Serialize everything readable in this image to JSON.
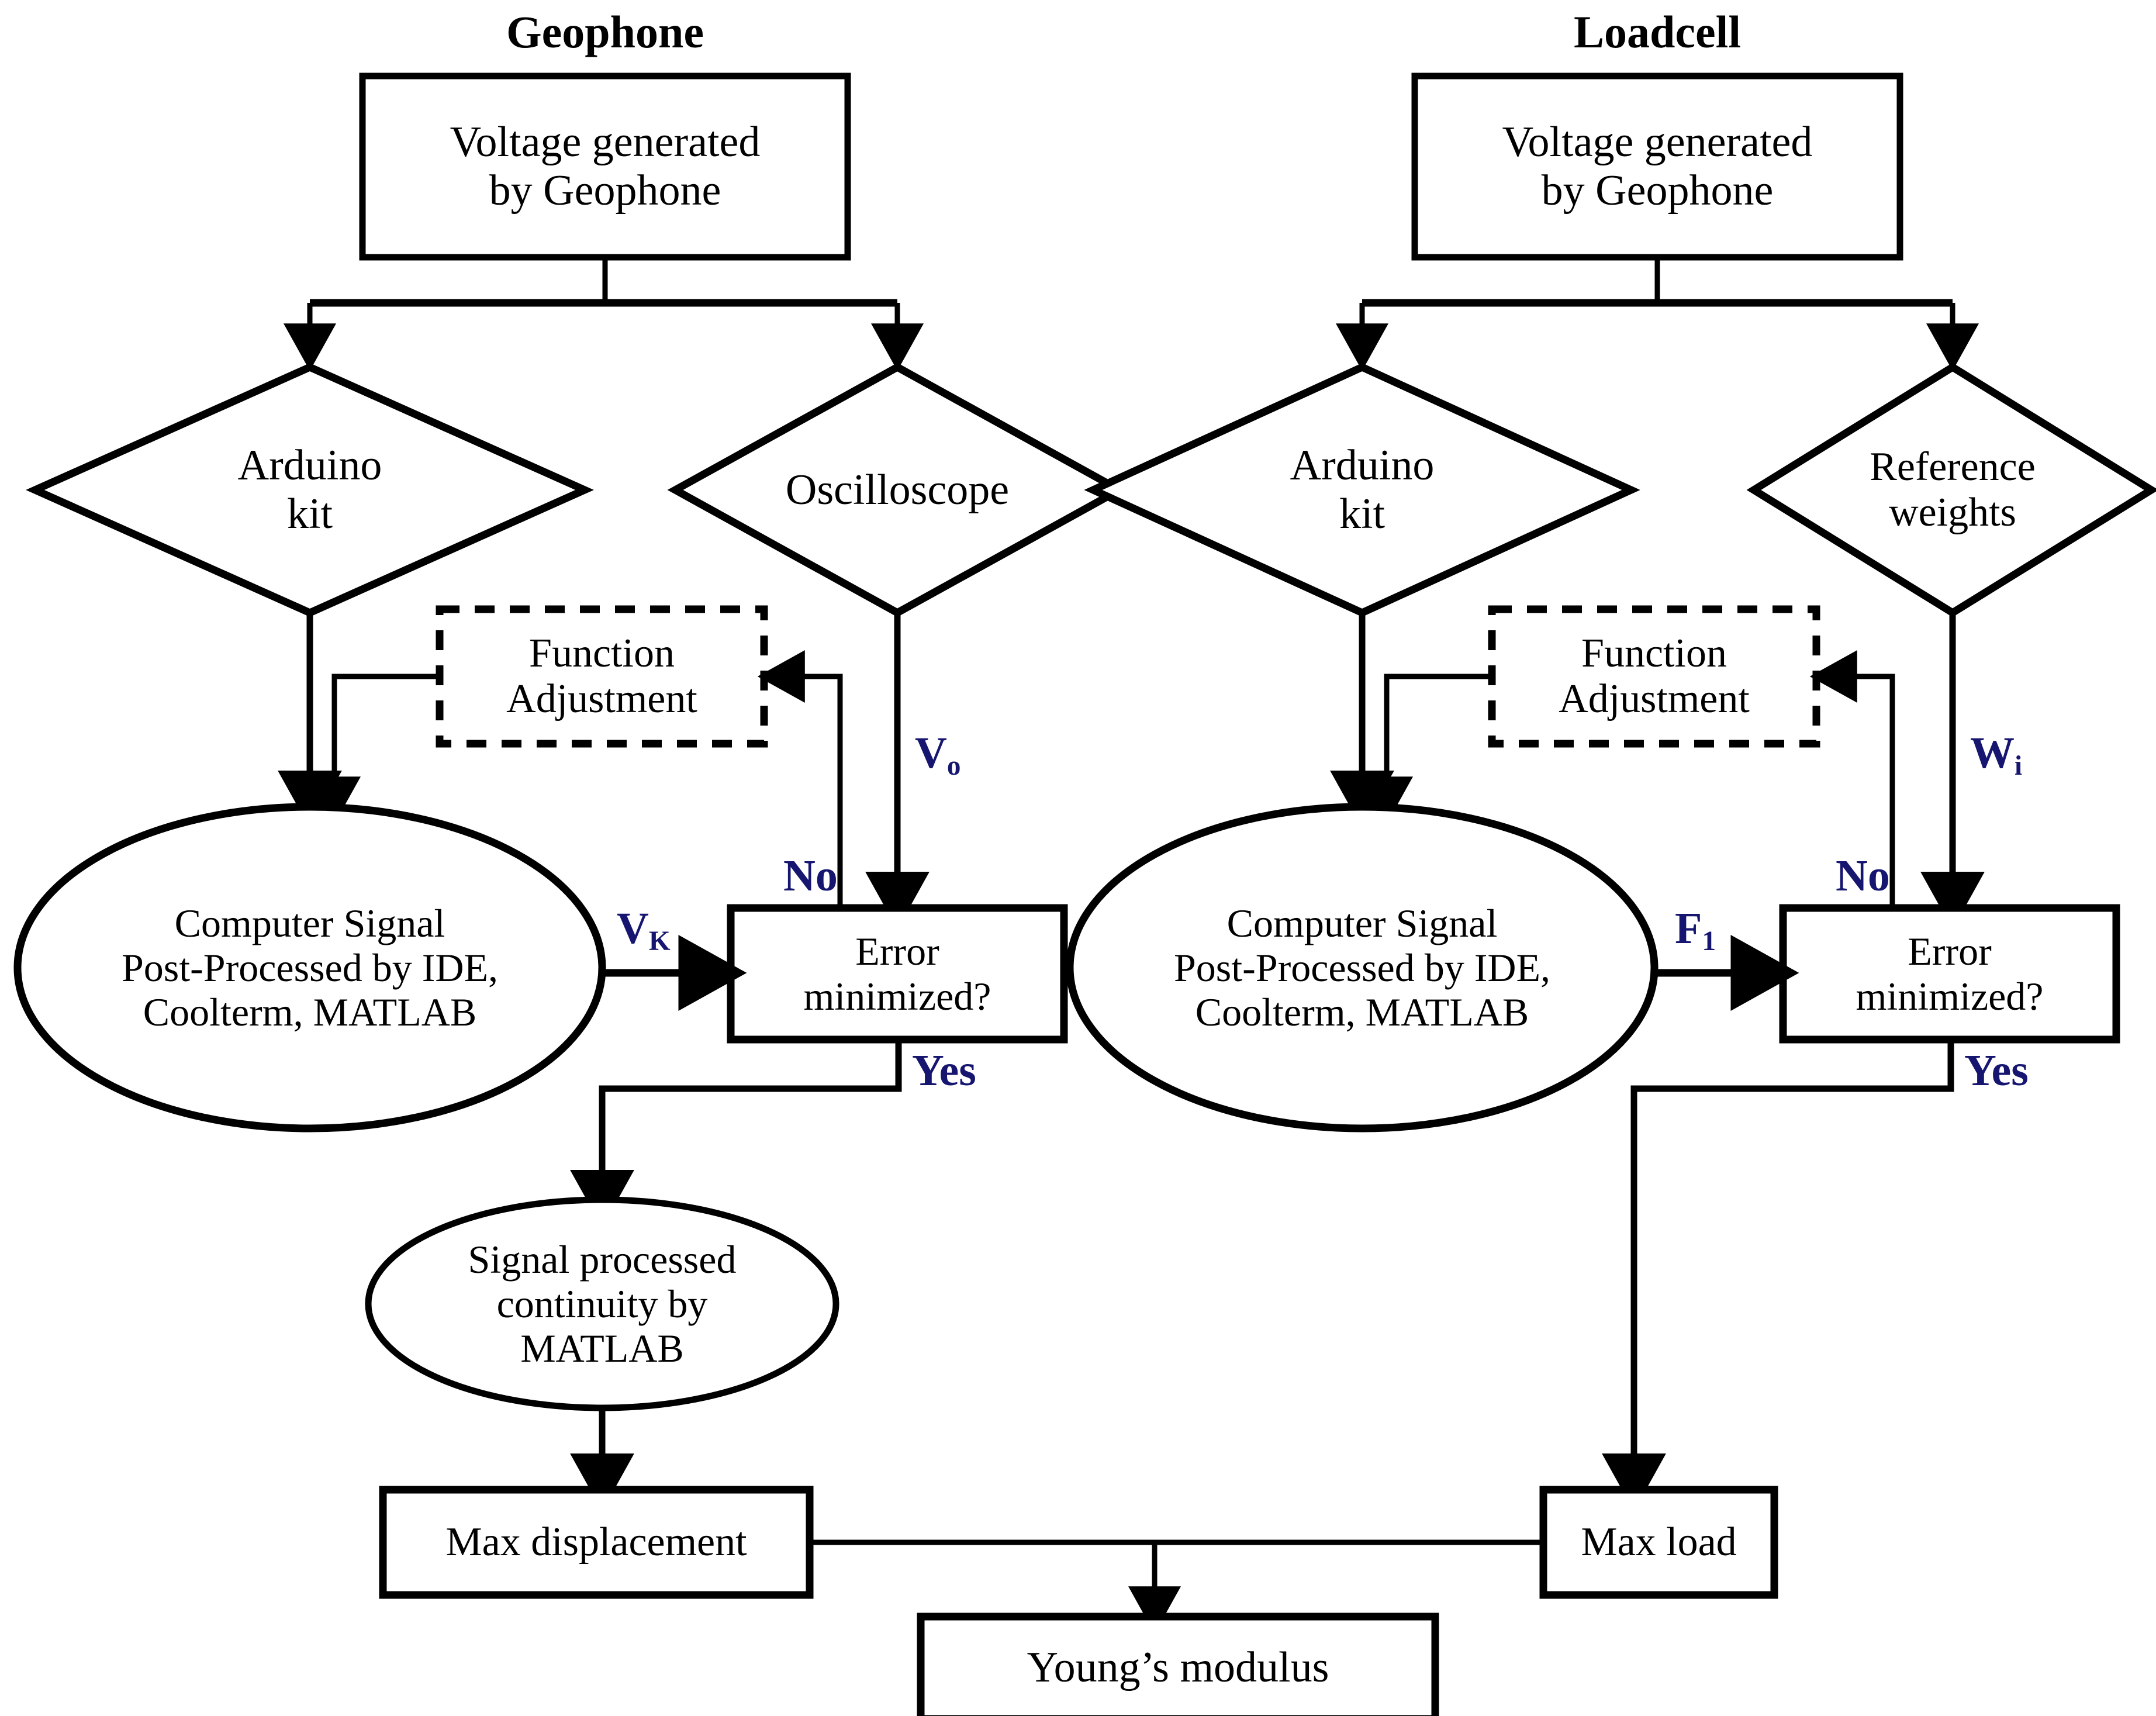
{
  "headers": {
    "left": "Geophone",
    "right": "Loadcell"
  },
  "colors": {
    "stroke": "#000000",
    "label_blue": "#161670",
    "background": "#ffffff"
  },
  "nodes": {
    "left_source": "Voltage generated\nby Geophone",
    "right_source": "Voltage generated\nby Geophone",
    "left_diamond_1": "Arduino\nkit",
    "left_diamond_2": "Oscilloscope",
    "right_diamond_1": "Arduino\nkit",
    "right_diamond_2": "Reference\nweights",
    "left_function_adjustment": "Function\nAdjustment",
    "right_function_adjustment": "Function\nAdjustment",
    "left_process_ellipse": "Computer Signal\nPost-Processed by IDE,\nCoolterm, MATLAB",
    "right_process_ellipse": "Computer Signal\nPost-Processed by IDE,\nCoolterm, MATLAB",
    "left_decision": "Error\nminimized?",
    "right_decision": "Error\nminimized?",
    "signal_continuity_ellipse": "Signal processed\ncontinuity by\nMATLAB",
    "max_displacement": "Max displacement",
    "max_load": "Max load",
    "youngs_modulus": "Young’s modulus"
  },
  "edge_labels": {
    "vo": {
      "base": "V",
      "sub": "o"
    },
    "vk": {
      "base": "V",
      "sub": "K"
    },
    "wi": {
      "base": "W",
      "sub": "i"
    },
    "f1": {
      "base": "F",
      "sub": "1"
    },
    "no_left": "No",
    "yes_left": "Yes",
    "no_right": "No",
    "yes_right": "Yes"
  }
}
